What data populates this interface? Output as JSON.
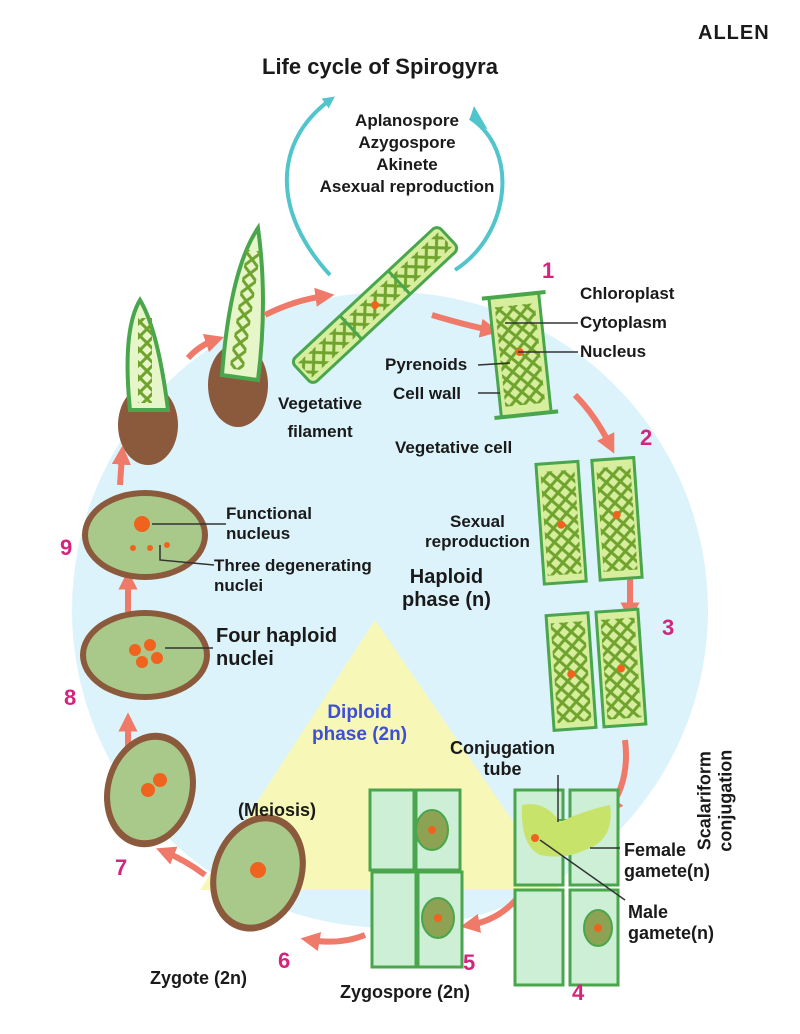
{
  "brand": "ALLEN",
  "title": "Life cycle of Spirogyra",
  "asexual": [
    "Aplanospore",
    "Azygospore",
    "Akinete",
    "Asexual reproduction"
  ],
  "labels": {
    "vegetative_filament": [
      "Vegetative",
      "filament"
    ],
    "chloroplast": "Chloroplast",
    "cytoplasm": "Cytoplasm",
    "nucleus": "Nucleus",
    "pyrenoids": "Pyrenoids",
    "cell_wall": "Cell wall",
    "vegetative_cell": "Vegetative cell",
    "sexual_reproduction": [
      "Sexual",
      "reproduction"
    ],
    "haploid_phase": [
      "Haploid",
      "phase (n)"
    ],
    "diploid_phase": [
      "Diploid",
      "phase (2n)"
    ],
    "functional_nucleus": [
      "Functional",
      "nucleus"
    ],
    "degenerating_nuclei": [
      "Three degenerating",
      "nuclei"
    ],
    "four_haploid_nuclei": [
      "Four haploid",
      "nuclei"
    ],
    "meiosis": "(Meiosis)",
    "conjugation_tube": [
      "Conjugation",
      "tube"
    ],
    "scalariform_conjugation": [
      "Scalariform",
      "conjugation"
    ],
    "female_gamete": [
      "Female",
      "gamete(n)"
    ],
    "male_gamete": [
      "Male",
      "gamete(n)"
    ],
    "zygote": "Zygote (2n)",
    "zygospore": "Zygospore (2n)"
  },
  "steps": [
    "1",
    "2",
    "3",
    "4",
    "5",
    "6",
    "7",
    "8",
    "9"
  ],
  "colors": {
    "haploid_bg": "#dcf3fb",
    "diploid_bg": "#f7f8b8",
    "arrow": "#f07a6a",
    "asexual_arrow": "#52c4cc",
    "chloroplast": "#6fa32e",
    "nucleus": "#f0631f",
    "step_number": "#d6247e",
    "diploid_text": "#3d4fd6"
  }
}
